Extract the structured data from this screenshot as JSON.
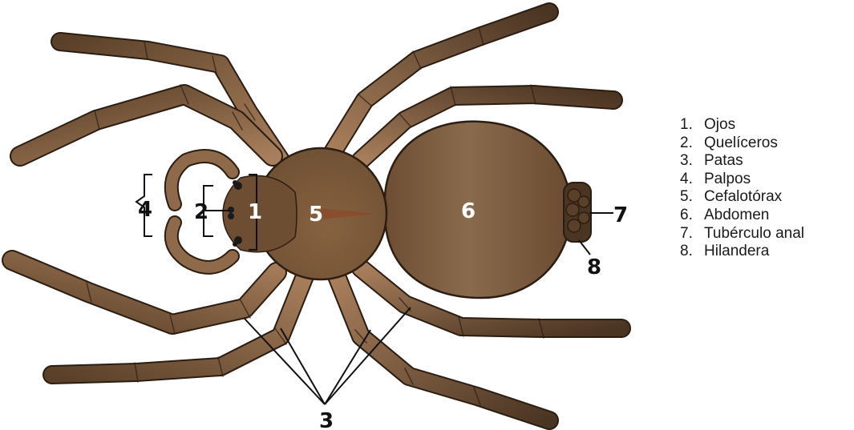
{
  "legend": [
    {
      "number": "1.",
      "label": "Ojos"
    },
    {
      "number": "2.",
      "label": "Quelíceros"
    },
    {
      "number": "3.",
      "label": "Patas"
    },
    {
      "number": "4.",
      "label": "Palpos"
    },
    {
      "number": "5.",
      "label": "Cefalotórax"
    },
    {
      "number": "6.",
      "label": "Abdomen"
    },
    {
      "number": "7.",
      "label": "Tubérculo anal"
    },
    {
      "number": "8.",
      "label": "Hilandera"
    }
  ],
  "callouts": {
    "eyes": "1",
    "chelicerae": "2",
    "legs": "3",
    "palps": "4",
    "cephalothorax": "5",
    "abdomen": "6",
    "anal_tubercle": "7",
    "spinneret": "8"
  },
  "colors": {
    "body": "#7a5a3e",
    "body_dark": "#5a3e28",
    "leg_light": "#a07a5a",
    "leg_dark": "#4a3422",
    "outline": "#2b1d12",
    "text": "#1a1a1a"
  }
}
